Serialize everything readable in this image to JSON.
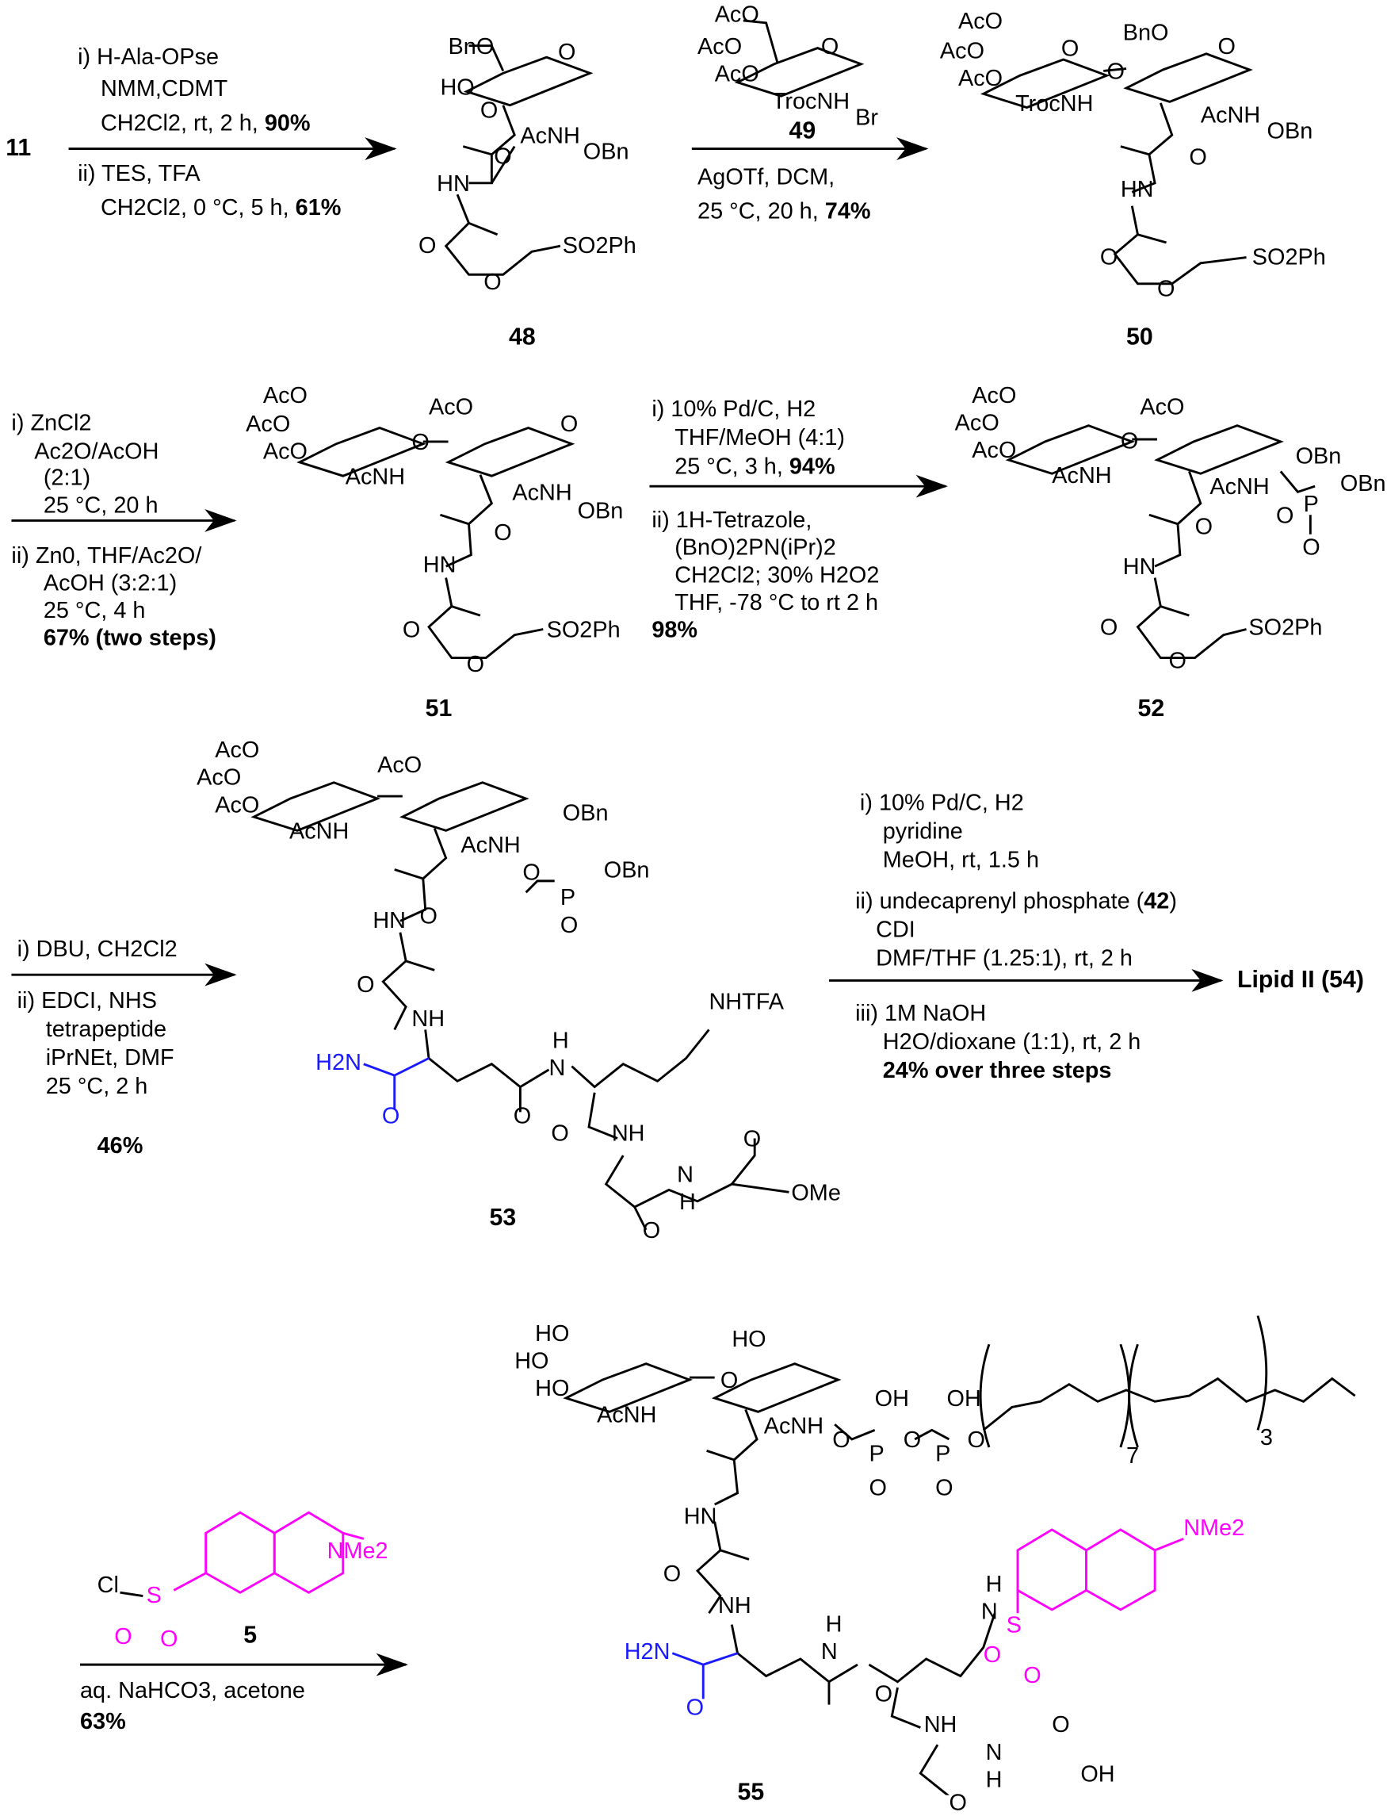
{
  "colors": {
    "ink": "#000000",
    "amide_blue": "#1a1aff",
    "dansyl_pink": "#ff00ff"
  },
  "start": {
    "label": "11"
  },
  "step1": {
    "lines": [
      "i) H-Ala-OPse",
      "NMM,CDMT",
      "CH2Cl2, rt, 2 h, ",
      "90%",
      "ii) TES, TFA",
      "CH2Cl2, 0 °C, 5 h, ",
      "61%"
    ]
  },
  "c48": {
    "label": "48",
    "atoms": [
      "BnO",
      "HO",
      "O",
      "O",
      "AcNH",
      "OBn",
      "O",
      "HN",
      "O",
      "O",
      "SO2Ph"
    ]
  },
  "step2": {
    "donor_label": "49",
    "donor_atoms": [
      "AcO",
      "AcO",
      "AcO",
      "O",
      "TrocNH",
      "Br"
    ],
    "lines": [
      "AgOTf, DCM,",
      "25 °C, 20 h, ",
      "74%"
    ]
  },
  "c50": {
    "label": "50",
    "atoms": [
      "AcO",
      "AcO",
      "AcO",
      "TrocNH",
      "BnO",
      "O",
      "O",
      "O",
      "AcNH",
      "OBn",
      "O",
      "HN",
      "O",
      "O",
      "SO2Ph"
    ]
  },
  "step3": {
    "lines": [
      "i) ZnCl2",
      "Ac2O/AcOH",
      "(2:1)",
      "25 °C, 20 h",
      "ii) Zn0, THF/Ac2O/",
      "AcOH (3:2:1)",
      "25 °C, 4 h",
      "67% (two steps)"
    ]
  },
  "c51": {
    "label": "51",
    "atoms": [
      "AcO",
      "AcO",
      "AcO",
      "AcNH",
      "AcO",
      "O",
      "O",
      "AcNH",
      "OBn",
      "O",
      "HN",
      "O",
      "O",
      "SO2Ph"
    ]
  },
  "step4": {
    "lines": [
      "i) 10% Pd/C, H2",
      "THF/MeOH (4:1)",
      "25 °C, 3 h, ",
      "94%",
      "ii) 1H-Tetrazole,",
      "(BnO)2PN(iPr)2",
      "CH2Cl2; 30% H2O2",
      "THF, -78 °C to rt 2 h",
      "98%"
    ]
  },
  "c52": {
    "label": "52",
    "atoms": [
      "AcO",
      "AcO",
      "AcO",
      "AcNH",
      "AcO",
      "O",
      "AcNH",
      "OBn",
      "OBn",
      "O",
      "P",
      "O",
      "O",
      "HN",
      "O",
      "O",
      "SO2Ph"
    ]
  },
  "step5": {
    "lines": [
      "i)  DBU, CH2Cl2",
      "ii) EDCI, NHS",
      "tetrapeptide",
      "iPrNEt, DMF",
      "25 °C, 2 h",
      "46%"
    ]
  },
  "c53": {
    "label": "53",
    "atoms": [
      "AcO",
      "AcO",
      "AcO",
      "AcNH",
      "AcO",
      "AcNH",
      "OBn",
      "OBn",
      "O",
      "P",
      "O",
      "O",
      "HN",
      "O",
      "NH",
      "H2N",
      "O",
      "O",
      "H",
      "N",
      "NHTFA",
      "O",
      "NH",
      "N",
      "H",
      "O",
      "OMe",
      "O"
    ]
  },
  "step6": {
    "lines": [
      "i) 10% Pd/C, H2",
      "pyridine",
      "MeOH, rt, 1.5 h",
      "ii) undecaprenyl phosphate (",
      "42",
      ")",
      "CDI",
      "DMF/THF (1.25:1), rt, 2 h",
      "iii) 1M NaOH",
      "H2O/dioxane (1:1), rt, 2 h",
      "24% over three steps"
    ],
    "product": "Lipid II (54)"
  },
  "reagent5": {
    "label": "5",
    "atoms": [
      "Cl",
      "S",
      "O",
      "O",
      "NMe2"
    ]
  },
  "step7": {
    "lines": [
      "aq. NaHCO3, acetone",
      "63%"
    ]
  },
  "c55": {
    "label": "55",
    "atoms": [
      "HO",
      "HO",
      "HO",
      "AcNH",
      "HO",
      "AcNH",
      "OH",
      "OH",
      "O",
      "P",
      "O",
      "P",
      "O",
      "O",
      "O",
      "O",
      "7",
      "3",
      "HN",
      "O",
      "NH",
      "H2N",
      "O",
      "H",
      "N",
      "H",
      "N",
      "S",
      "O",
      "O",
      "NMe2",
      "O",
      "NH",
      "N",
      "H",
      "O",
      "OH",
      "O"
    ]
  }
}
